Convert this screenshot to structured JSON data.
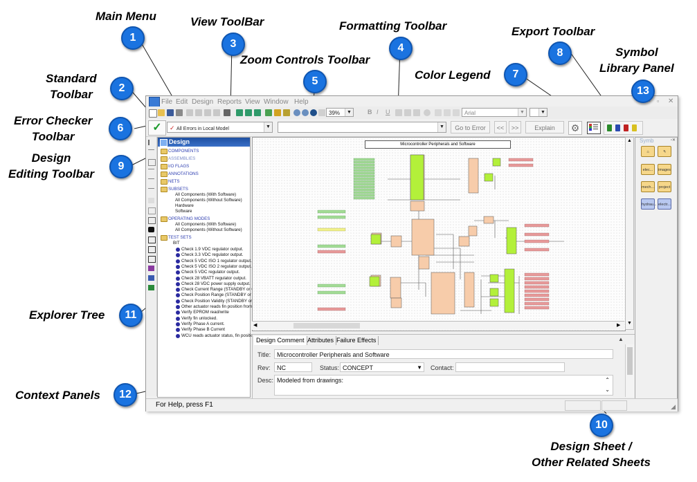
{
  "callouts": [
    {
      "num": "1",
      "label": "Main Menu"
    },
    {
      "num": "2",
      "label": "Standard\nToolbar"
    },
    {
      "num": "3",
      "label": "View ToolBar"
    },
    {
      "num": "4",
      "label": "Formatting Toolbar"
    },
    {
      "num": "5",
      "label": "Zoom Controls Toolbar"
    },
    {
      "num": "6",
      "label": "Error Checker\nToolbar"
    },
    {
      "num": "7",
      "label": "Color Legend"
    },
    {
      "num": "8",
      "label": "Export Toolbar"
    },
    {
      "num": "9",
      "label": "Design\nEditing Toolbar"
    },
    {
      "num": "10",
      "label": "Design Sheet /\nOther Related Sheets"
    },
    {
      "num": "11",
      "label": "Explorer Tree"
    },
    {
      "num": "12",
      "label": "Context Panels"
    },
    {
      "num": "13",
      "label": "Symbol\nLibrary Panel"
    }
  ],
  "menu": {
    "items": [
      "File",
      "Edit",
      "Design",
      "Reports",
      "View",
      "Window",
      "Help"
    ]
  },
  "toolbar": {
    "zoom_value": "39%",
    "font_value": "Arial",
    "error_scope": "All Errors in Local Model",
    "go_to_error": "Go to Error",
    "prev": "<<",
    "next": ">>",
    "explain": "Explain"
  },
  "explorer": {
    "title": "Design",
    "categories": {
      "components": "COMPONENTS",
      "assemblies": "ASSEMBLIES",
      "io_flags": "I/O FLAGS",
      "annotations": "ANNOTATIONS",
      "nets": "NETS",
      "subsets": "SUBSETS",
      "operating_modes": "OPERATING MODES",
      "test_sets": "TEST SETS"
    },
    "subsets": [
      "All Components (With Software)",
      "All Components (Without Software)",
      "Hardware",
      "Software"
    ],
    "operating_modes": [
      "All Components (With Software)",
      "All Components (Without Software)"
    ],
    "bit": "BIT",
    "tests": [
      "Check 1.9 VDC regulator output.",
      "Check 3.3 VDC regulator output.",
      "Check 5 VDC ISO 1 regulator output.",
      "Check 5 VDC ISO 2 regulator output.",
      "Check 5 VDC regulator output.",
      "Check 28 VBATT regulator output.",
      "Check 28 VDC power supply output.",
      "Check Current Range (STANDBY or C",
      "Check Position Range (STANDBY or",
      "Check Position Validity (STANDBY or",
      "Other actuator reads fin position from",
      "Verify EPROM read/write",
      "Verify fin unlocked.",
      "Verify Phase A current.",
      "Verify Phase B Current",
      "WCU reads actuator status, fin positio"
    ]
  },
  "sheet": {
    "title": "Microcontroller Peripherals and Software"
  },
  "context": {
    "tabs": [
      "Design Comment",
      "Attributes",
      "Failure Effects"
    ],
    "title_label": "Title:",
    "title_value": "Microcontroller Peripherals and Software",
    "rev_label": "Rev:",
    "rev_value": "NC",
    "status_label": "Status:",
    "status_value": "CONCEPT",
    "contact_label": "Contact:",
    "contact_value": "",
    "desc_label": "Desc:",
    "desc_value": "Modeled from drawings:"
  },
  "symbols": {
    "title": "Symb",
    "tiles": [
      "",
      "",
      "elec...",
      "images",
      "mech...",
      "project",
      "hydrau...",
      "electr..."
    ]
  },
  "statusbar": {
    "text": "For Help, press F1"
  },
  "colors": {
    "badge": "#1a73e0",
    "block_peach": "#f7ccaa",
    "block_green": "#b3f03a",
    "flag_green": "#a3dc96",
    "flag_red": "#e89a9a",
    "flag_yellow": "#f2f28a"
  }
}
